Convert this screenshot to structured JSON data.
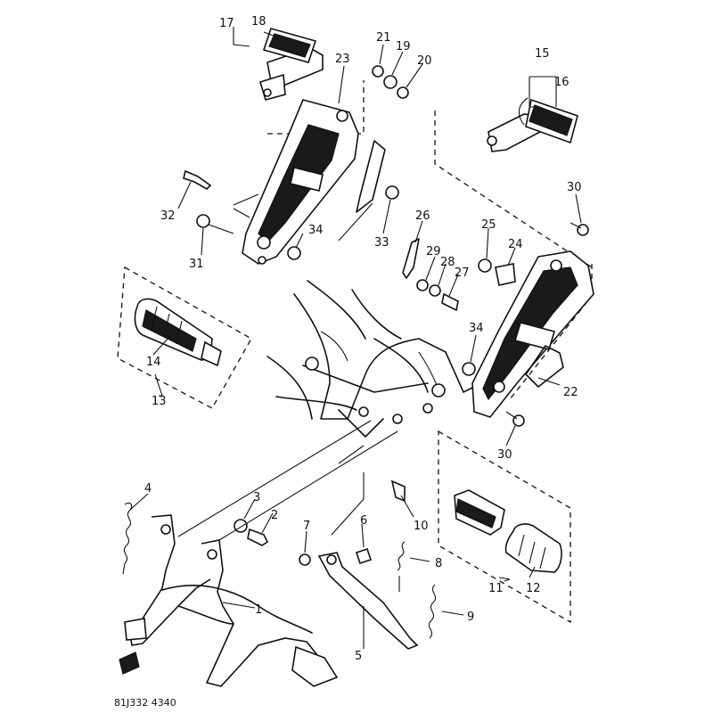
{
  "callouts": {
    "c1": "1",
    "c2": "2",
    "c3": "3",
    "c4": "4",
    "c5": "5",
    "c6": "6",
    "c7": "7",
    "c8": "8",
    "c9": "9",
    "c10": "10",
    "c11": "11",
    "c12": "12",
    "c13": "13",
    "c14": "14",
    "c15": "15",
    "c16": "16",
    "c17": "17",
    "c18": "18",
    "c19": "19",
    "c20": "20",
    "c21": "21",
    "c22": "22",
    "c23": "23",
    "c24": "24",
    "c25": "25",
    "c26": "26",
    "c27": "27",
    "c28": "28",
    "c29": "29",
    "c30a": "30",
    "c30b": "30",
    "c31": "31",
    "c32": "32",
    "c33": "33",
    "c34a": "34",
    "c34b": "34"
  },
  "diagram_code": "81J332 4340"
}
